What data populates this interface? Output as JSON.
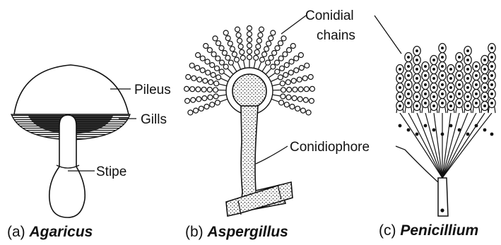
{
  "labels": {
    "pileus": "Pileus",
    "gills": "Gills",
    "stipe": "Stipe",
    "conidial_chains_line1": "Conidial",
    "conidial_chains_line2": "chains",
    "conidiophore": "Conidiophore"
  },
  "captions": {
    "a_prefix": "(a) ",
    "a_name": "Agaricus",
    "b_prefix": "(b) ",
    "b_name": "Aspergillus",
    "c_prefix": "(c) ",
    "c_name": "Penicillium"
  }
}
